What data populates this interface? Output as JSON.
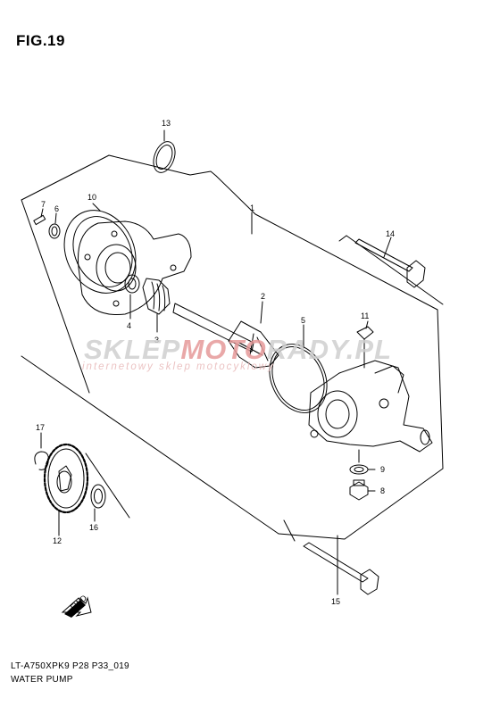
{
  "figure_title": "FIG.19",
  "caption": {
    "code": "LT-A750XPK9 P28 P33_019",
    "name": "WATER PUMP"
  },
  "watermark": {
    "brand_a": "SKLEP",
    "brand_b": "MOTO",
    "brand_c": "RADY.PL",
    "tagline": "internetowy sklep motocyklowy",
    "colors": {
      "gray": "#cfcfcf",
      "red": "#e69a9a"
    }
  },
  "fwd_label": "FWD",
  "callouts": [
    "1",
    "2",
    "3",
    "4",
    "5",
    "6",
    "7",
    "8",
    "9",
    "10",
    "11",
    "12",
    "13",
    "14",
    "15",
    "16",
    "17"
  ]
}
